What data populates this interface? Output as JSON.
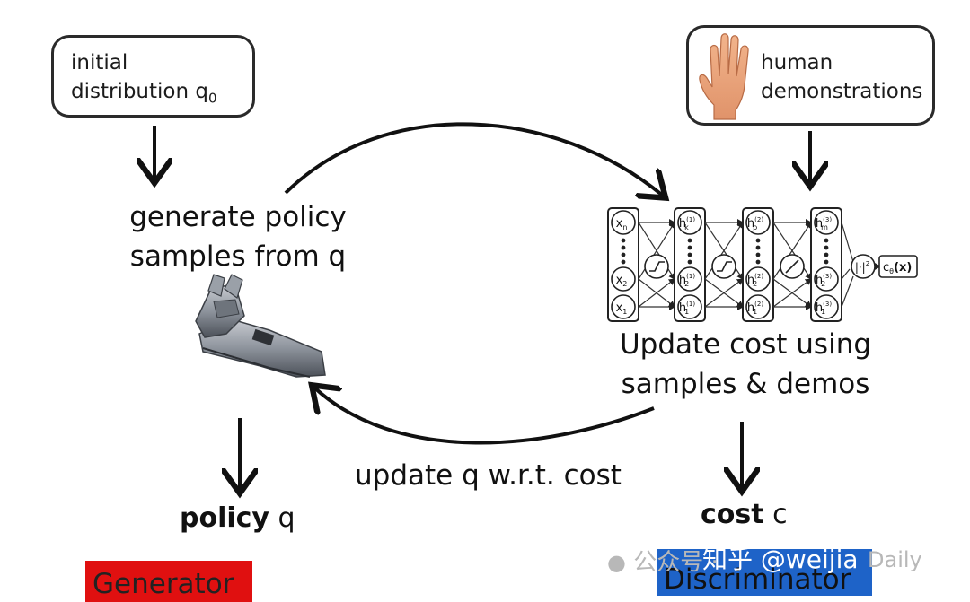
{
  "boxes": {
    "initial_line1": "initial",
    "initial_line2": "distribution q",
    "initial_sub": "0",
    "human_line1": "human",
    "human_line2": "demonstrations"
  },
  "labels": {
    "generate_line1": "generate policy",
    "generate_line2": "samples from q",
    "update_cost_line1": "Update cost using",
    "update_cost_line2": "samples & demos",
    "update_q": "update q w.r.t. cost",
    "policy_bold": "policy",
    "policy_var": "q",
    "cost_bold": "cost",
    "cost_var": "c"
  },
  "tags": {
    "generator": "Generator",
    "generator_color": "#e01010",
    "discriminator": "Discriminator",
    "discriminator_color": "#1e63c8"
  },
  "network": {
    "layer0_top": "x",
    "layer0_top_sub": "n",
    "layer0_mid": "x",
    "layer0_mid_sub": "2",
    "layer0_bot": "x",
    "layer0_bot_sub": "1",
    "layer1_top": "h",
    "layer1_top_sub": "k",
    "layer1_top_sup": "(1)",
    "layer1_mid": "h",
    "layer1_mid_sub": "2",
    "layer1_mid_sup": "(1)",
    "layer1_bot": "h",
    "layer1_bot_sub": "1",
    "layer1_bot_sup": "(1)",
    "layer2_top": "h",
    "layer2_top_sub": "p",
    "layer2_top_sup": "(2)",
    "layer2_mid": "h",
    "layer2_mid_sub": "2",
    "layer2_mid_sup": "(2)",
    "layer2_bot": "h",
    "layer2_bot_sub": "1",
    "layer2_bot_sup": "(2)",
    "layer3_top": "h",
    "layer3_top_sub": "m",
    "layer3_top_sup": "(3)",
    "layer3_mid": "h",
    "layer3_mid_sub": "2",
    "layer3_mid_sup": "(3)",
    "layer3_bot": "h",
    "layer3_bot_sub": "1",
    "layer3_bot_sup": "(3)",
    "norm_op": "|·|",
    "norm_sup": "2",
    "output": "c",
    "output_sub": "θ",
    "output_arg": "(x)"
  },
  "watermark": {
    "left_text": "公众号 · ",
    "zhihu": "知乎 @weijia",
    "right_text": "Daily"
  }
}
